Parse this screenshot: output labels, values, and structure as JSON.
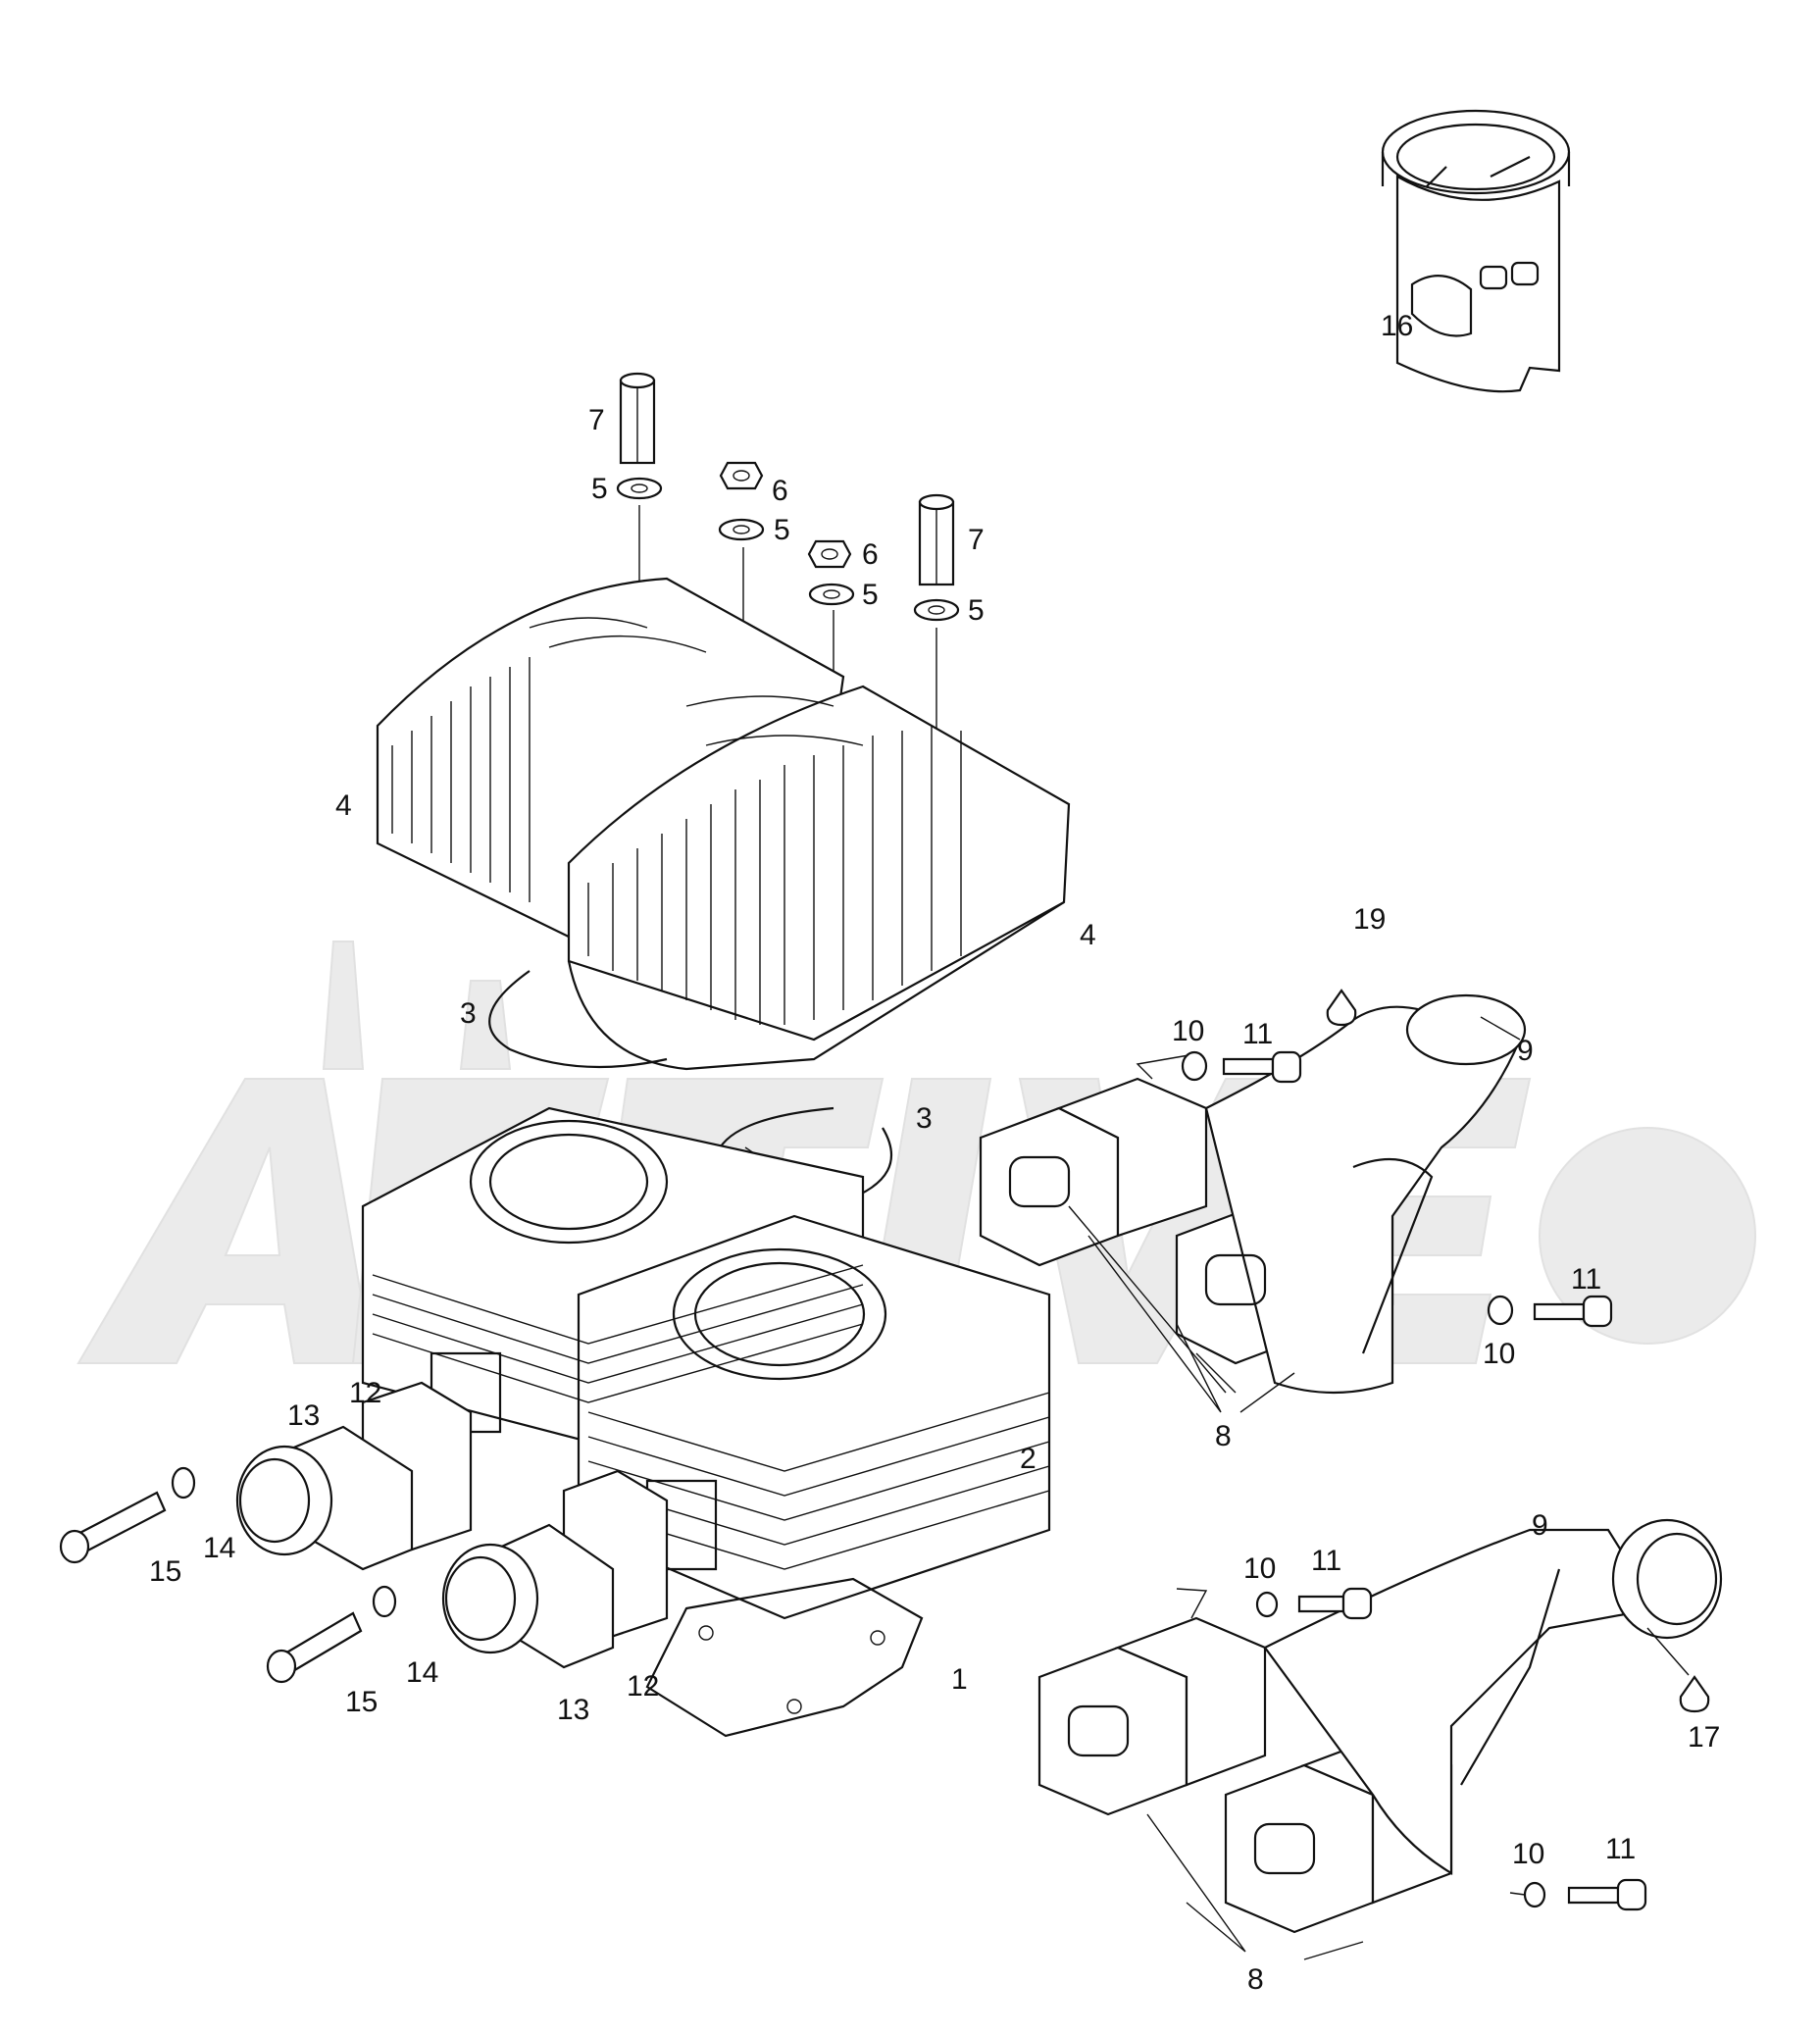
{
  "diagram": {
    "watermark_text": "ACTIVE",
    "labels": {
      "p1": "1",
      "p2": "2",
      "p3a": "3",
      "p3b": "3",
      "p4a": "4",
      "p4b": "4",
      "p5a": "5",
      "p5b": "5",
      "p5c": "5",
      "p5d": "5",
      "p6a": "6",
      "p6b": "6",
      "p7a": "7",
      "p7b": "7",
      "p8a": "8",
      "p8b": "8",
      "p9a": "9",
      "p9b": "9",
      "p10a": "10",
      "p10b": "10",
      "p10c": "10",
      "p10d": "10",
      "p11a": "11",
      "p11b": "11",
      "p11c": "11",
      "p11d": "11",
      "p12a": "12",
      "p12b": "12",
      "p13a": "13",
      "p13b": "13",
      "p14a": "14",
      "p14b": "14",
      "p15a": "15",
      "p15b": "15",
      "p16": "16",
      "p17": "17",
      "p19": "19"
    }
  }
}
